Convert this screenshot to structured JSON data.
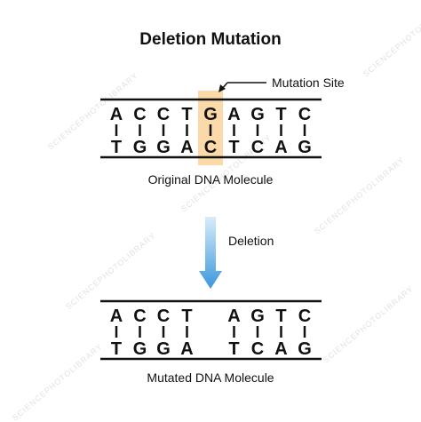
{
  "title": "Deletion Mutation",
  "mutation_site_label": "Mutation Site",
  "deletion_label": "Deletion",
  "original": {
    "caption": "Original DNA Molecule",
    "top_strand": [
      "A",
      "C",
      "C",
      "T",
      "G",
      "A",
      "G",
      "T",
      "C"
    ],
    "bottom_strand": [
      "T",
      "G",
      "G",
      "A",
      "C",
      "T",
      "C",
      "A",
      "G"
    ],
    "mutation_index": 4
  },
  "mutated": {
    "caption": "Mutated DNA Molecule",
    "top_strand": [
      "A",
      "C",
      "C",
      "T",
      "",
      "A",
      "G",
      "T",
      "C"
    ],
    "bottom_strand": [
      "T",
      "G",
      "G",
      "A",
      "",
      "T",
      "C",
      "A",
      "G"
    ]
  },
  "watermark_text": "SCIENCEPHOTOLIBRARY",
  "colors": {
    "highlight": "#fbd9a8",
    "arrow_top": "#d8ecfa",
    "arrow_bottom": "#3a97dc",
    "text": "#111111"
  }
}
